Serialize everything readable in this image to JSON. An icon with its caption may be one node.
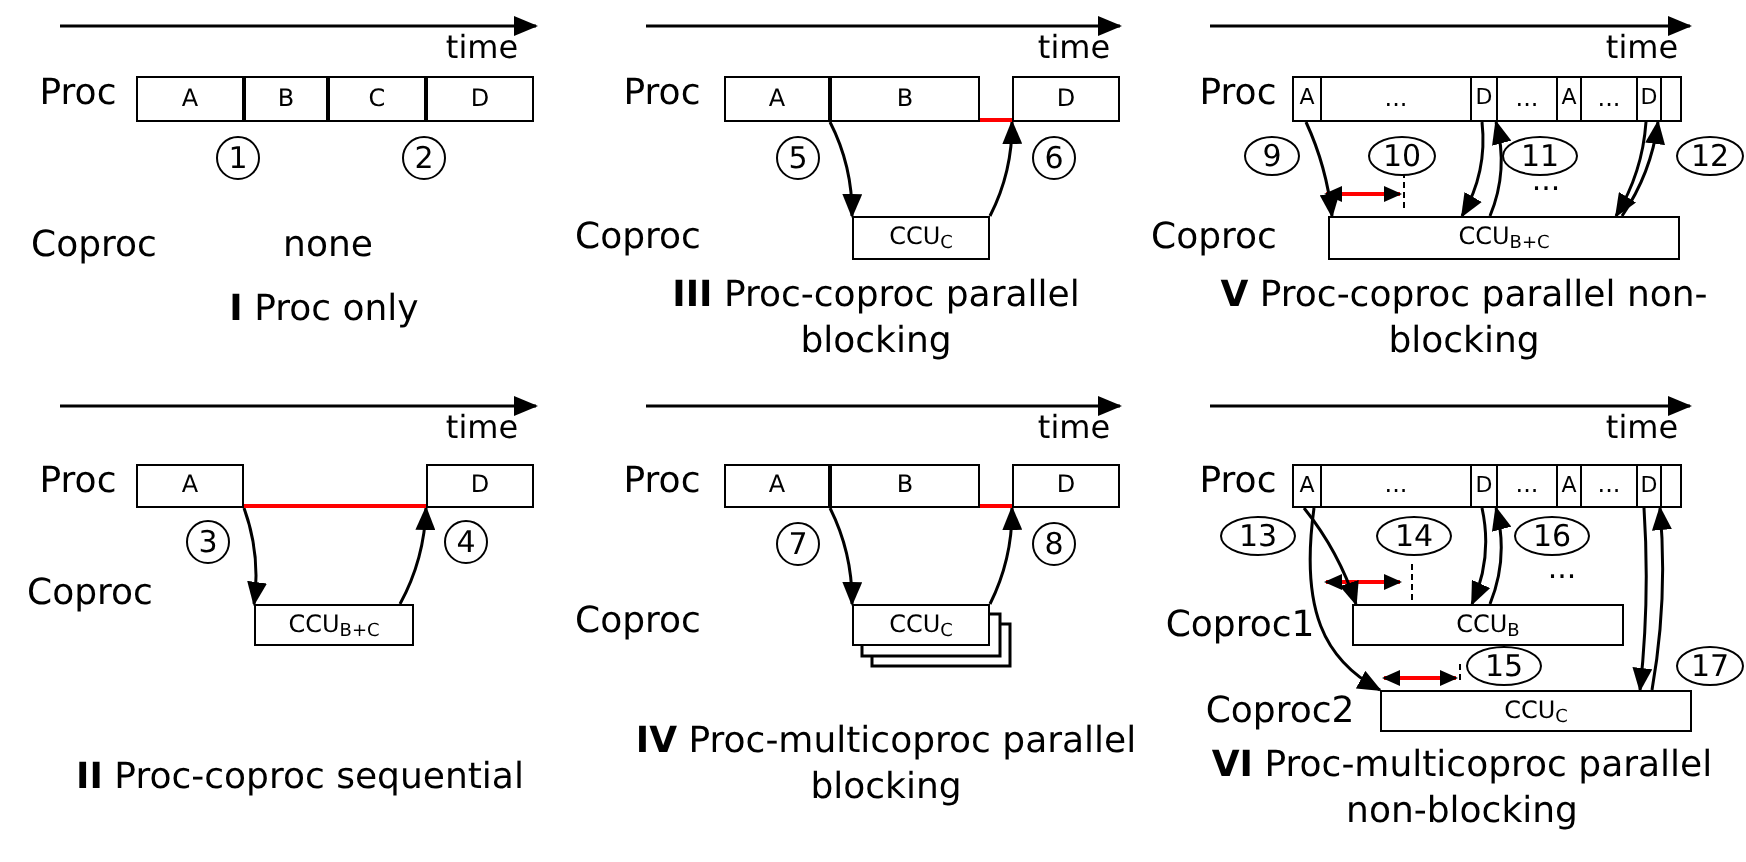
{
  "diagram": {
    "nodes": [
      {
        "text": [
          "A"
        ]
      },
      {
        "text": [
          "B"
        ]
      },
      {
        "text": [
          "C"
        ]
      },
      {
        "text": [
          "D"
        ]
      },
      {
        "text": [
          "A"
        ]
      },
      {
        "text": [
          "D"
        ]
      },
      {
        "text": [
          "CCU$_{B+C}$"
        ]
      },
      {
        "text": [
          "A"
        ]
      },
      {
        "text": [
          "B"
        ]
      },
      {
        "text": [
          "D"
        ]
      },
      {
        "text": [
          "CCU$_{C}$"
        ]
      },
      {
        "text": [
          "A"
        ]
      },
      {
        "text": [
          "B"
        ]
      },
      {
        "text": [
          "D"
        ]
      },
      {
        "text": [
          "CCU$_{C}$"
        ]
      },
      {
        "text": [
          "A"
        ]
      },
      {
        "text": [
          "..."
        ]
      },
      {
        "text": [
          "D"
        ]
      },
      {
        "text": [
          "..."
        ]
      },
      {
        "text": [
          "A"
        ]
      },
      {
        "text": [
          "..."
        ]
      },
      {
        "text": [
          "D"
        ]
      },
      {
        "text": [],
        "shape": "box"
      },
      {
        "text": [
          "CCU$_{B+C}$"
        ]
      },
      {
        "text": [
          "A"
        ]
      },
      {
        "text": [
          "..."
        ]
      },
      {
        "text": [
          "D"
        ]
      },
      {
        "text": [
          "..."
        ]
      },
      {
        "text": [
          "A"
        ]
      },
      {
        "text": [
          "..."
        ]
      },
      {
        "text": [
          "D"
        ]
      },
      {
        "text": [],
        "shape": "box"
      },
      {
        "text": [
          "CCU$_{B}$"
        ]
      },
      {
        "text": [
          "CCU$_{C}$"
        ]
      }
    ],
    "edges": [
      {
        "from": 4,
        "to": 6,
        "arrow": "to"
      },
      {
        "from": 6,
        "to": 5,
        "arrow": "to"
      },
      {
        "from": 4,
        "to": 5,
        "arrow": "none",
        "color": "#ff0000"
      },
      {
        "from": 7,
        "to": 10,
        "arrow": "to"
      },
      {
        "from": 10,
        "to": 9,
        "arrow": "to"
      },
      {
        "from": 8,
        "to": 9,
        "arrow": "none",
        "color": "#ff0000"
      },
      {
        "from": 11,
        "to": 14,
        "arrow": "to"
      },
      {
        "from": 14,
        "to": 13,
        "arrow": "to"
      },
      {
        "from": 12,
        "to": 13,
        "arrow": "none",
        "color": "#ff0000"
      },
      {
        "from": 15,
        "to": 23,
        "arrow": "to"
      },
      {
        "from": 17,
        "to": 23,
        "arrow": "to"
      },
      {
        "from": 23,
        "to": 17,
        "arrow": "to"
      },
      {
        "from": 21,
        "to": 23,
        "arrow": "to"
      },
      {
        "from": 23,
        "to": 21,
        "arrow": "to"
      },
      {
        "from": 24,
        "to": 32,
        "arrow": "to"
      },
      {
        "from": 24,
        "to": 33,
        "arrow": "to"
      },
      {
        "from": 26,
        "to": 32,
        "arrow": "to"
      },
      {
        "from": 32,
        "to": 26,
        "arrow": "to"
      },
      {
        "from": 30,
        "to": 33,
        "arrow": "to"
      },
      {
        "from": 33,
        "to": 30,
        "arrow": "to"
      }
    ],
    "labels": [
      "time",
      "Proc",
      "1",
      "2",
      "Coproc",
      "none",
      "**I** Proc only",
      "time",
      "Proc",
      "5",
      "6",
      "Coproc",
      "**III** Proc-coproc parallel blocking",
      "time",
      "Proc",
      "9",
      "10",
      "11",
      "12",
      "...",
      "Coproc",
      "**V** Proc-coproc parallel non-blocking",
      "time",
      "Proc",
      "3",
      "4",
      "Coproc",
      "**II** Proc-coproc sequential",
      "time",
      "Proc",
      "7",
      "8",
      "Coproc",
      "**IV** Proc-multicoproc parallel blocking",
      "time",
      "Proc",
      "13",
      "14",
      "16",
      "...",
      "Coproc1",
      "15",
      "17",
      "Coproc2",
      "**VI** Proc-multicoproc parallel non-blocking"
    ]
  }
}
